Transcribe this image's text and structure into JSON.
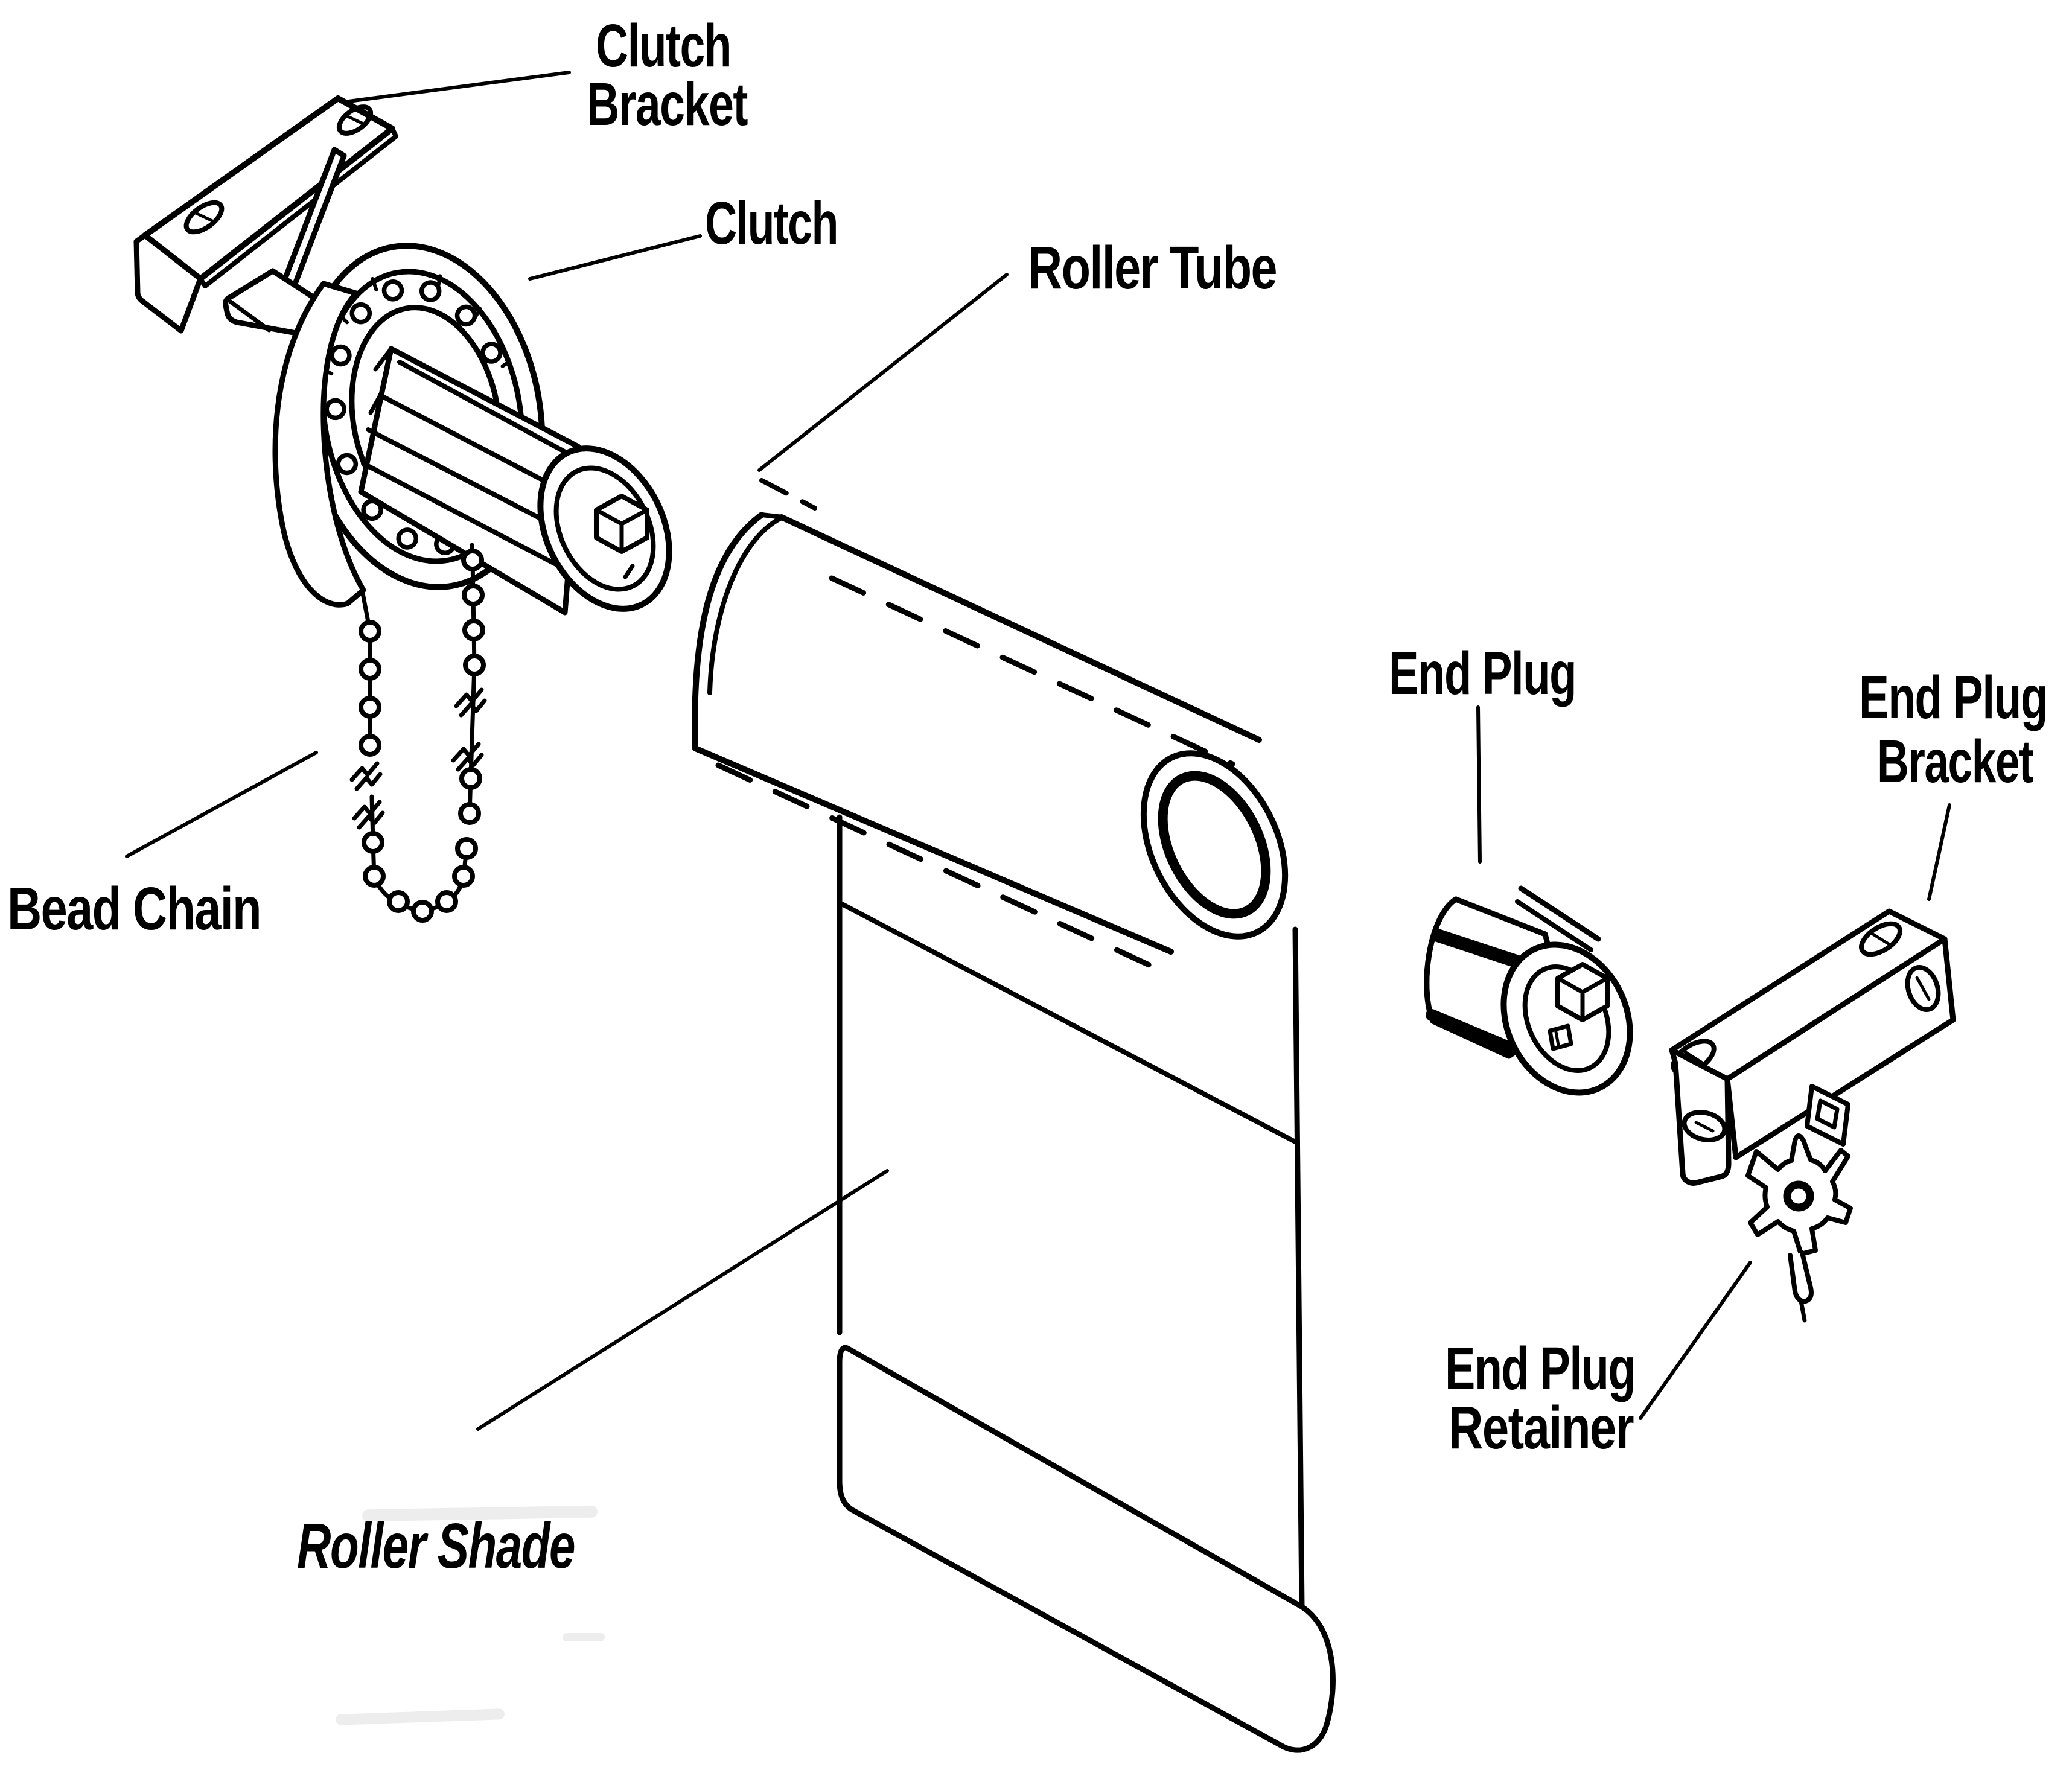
{
  "labels": {
    "clutch_bracket": {
      "line1": "Clutch",
      "line2": "Bracket"
    },
    "clutch": "Clutch",
    "roller_tube": "Roller Tube",
    "bead_chain": "Bead Chain",
    "end_plug": "End Plug",
    "end_plug_bracket": {
      "line1": "End Plug",
      "line2": "Bracket"
    },
    "end_plug_retainer": {
      "line1": "End Plug",
      "line2": "Retainer"
    },
    "roller_shade": "Roller Shade"
  },
  "colors": {
    "ink": "#000000",
    "paper": "#ffffff"
  }
}
